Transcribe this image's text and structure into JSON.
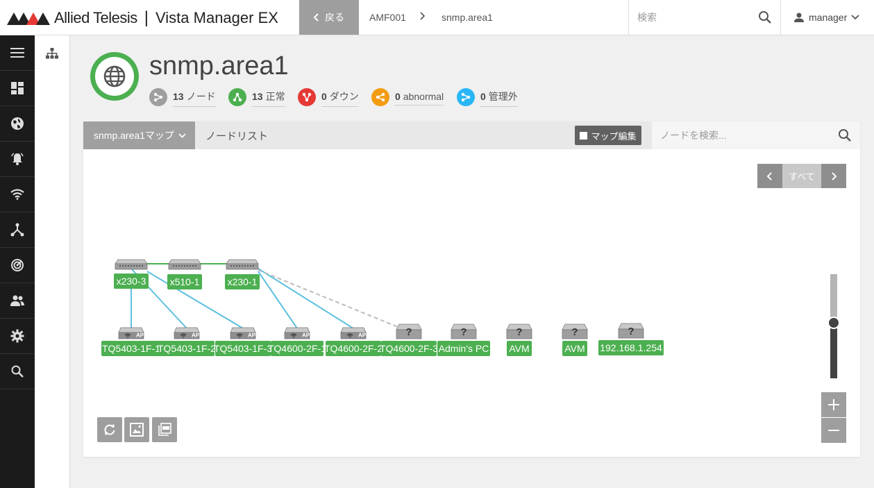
{
  "app": {
    "brand": "Allied Telesis",
    "product": "Vista Manager EX"
  },
  "topbar": {
    "back_label": "戻る",
    "breadcrumb": [
      "AMF001",
      "snmp.area1"
    ],
    "search_placeholder": "検索",
    "user": "manager"
  },
  "area": {
    "title": "snmp.area1",
    "stats": [
      {
        "count": "13",
        "label": "ノード",
        "color": "#9e9e9e"
      },
      {
        "count": "13",
        "label": "正常",
        "color": "#4caf50"
      },
      {
        "count": "0",
        "label": "ダウン",
        "color": "#e53935"
      },
      {
        "count": "0",
        "label": "abnormal",
        "color": "#f39c12"
      },
      {
        "count": "0",
        "label": "管理外",
        "color": "#29b6f6"
      }
    ]
  },
  "card": {
    "map_tab": "snmp.area1マップ",
    "list_tab": "ノードリスト",
    "edit_button": "マップ編集",
    "node_search_placeholder": "ノードを検索...",
    "pager_label": "すべて"
  },
  "map": {
    "switches": [
      "x230-3",
      "x510-1",
      "x230-1"
    ],
    "access_points": [
      "TQ5403-1F-1",
      "TQ5403-1F-2",
      "TQ5403-1F-3",
      "TQ4600-2F-1",
      "TQ4600-2F-2"
    ],
    "unknown_nodes": [
      "TQ4600-2F-3",
      "Admin's PC",
      "AVM",
      "AVM",
      "192.168.1.254"
    ],
    "ap_badge": "AP",
    "unknown_badge": "?"
  },
  "colors": {
    "status_ok": "#4caf50",
    "link_uplink": "#4caf50",
    "link_wireless": "#5bc0de",
    "link_unknown": "#bbbbbb",
    "nav_bg": "#1b1b1b"
  },
  "tools": [
    "refresh-icon",
    "export-image-icon",
    "export-pdf-icon"
  ]
}
